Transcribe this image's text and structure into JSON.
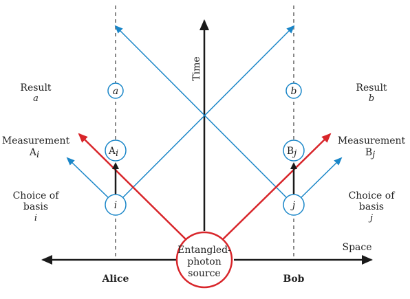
{
  "labels": {
    "time": "Time",
    "space": "Space",
    "alice": "Alice",
    "bob": "Bob",
    "source_line1": "Entangled-",
    "source_line2": "photon",
    "source_line3": "source"
  },
  "left": {
    "result": "Result",
    "result_var": "a",
    "measurement": "Measurement",
    "measurement_var": "A",
    "measurement_sub": "i",
    "choice_line1": "Choice of",
    "choice_line2": "basis",
    "choice_var": "i"
  },
  "right": {
    "result": "Result",
    "result_var": "b",
    "measurement": "Measurement",
    "measurement_var": "B",
    "measurement_sub": "j",
    "choice_line1": "Choice of",
    "choice_line2": "basis",
    "choice_var": "j"
  },
  "nodes": {
    "alice_result": "a",
    "alice_measure": "A",
    "alice_measure_sub": "i",
    "alice_choice": "i",
    "bob_result": "b",
    "bob_measure": "B",
    "bob_measure_sub": "j",
    "bob_choice": "j"
  },
  "colors": {
    "blue": "#1a86c8",
    "red": "#d8252a",
    "black": "#1a1a1a",
    "dashed": "#888888"
  }
}
